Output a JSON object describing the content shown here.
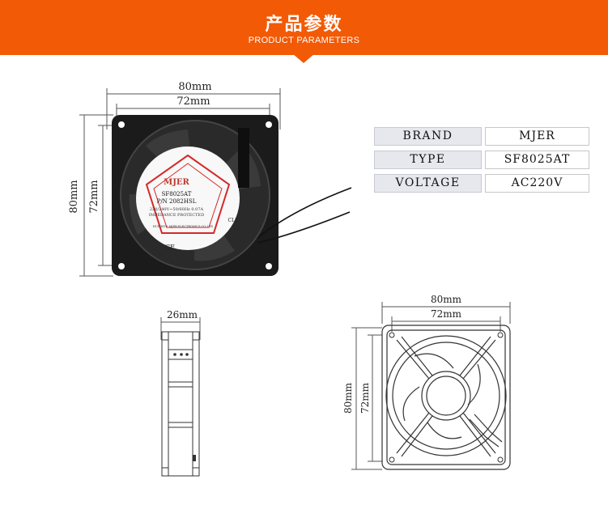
{
  "header": {
    "title_cn": "产品参数",
    "title_en": "PRODUCT PARAMETERS",
    "color": "#f25a06"
  },
  "specs": [
    {
      "key": "BRAND",
      "value": "MJER"
    },
    {
      "key": "TYPE",
      "value": "SF8025AT"
    },
    {
      "key": "VOLTAGE",
      "value": "AC220V"
    }
  ],
  "photo": {
    "dim_outer": "80mm",
    "dim_inner": "72mm",
    "label_brand": "MJER",
    "label_model": "SF8025AT",
    "label_pn": "P/N 2082HSL",
    "label_rating": "220/240V~50/60Hz 0.07A",
    "label_impedance": "IMPEDANCE PROTECTED",
    "label_maker": "HUIZHOU MJER ELECTRONICS CO.,LTD",
    "label_ce": "CE",
    "label_cle": "CLE"
  },
  "side_view": {
    "dim_depth": "26mm"
  },
  "front_drawing": {
    "dim_outer": "80mm",
    "dim_inner": "72mm"
  }
}
